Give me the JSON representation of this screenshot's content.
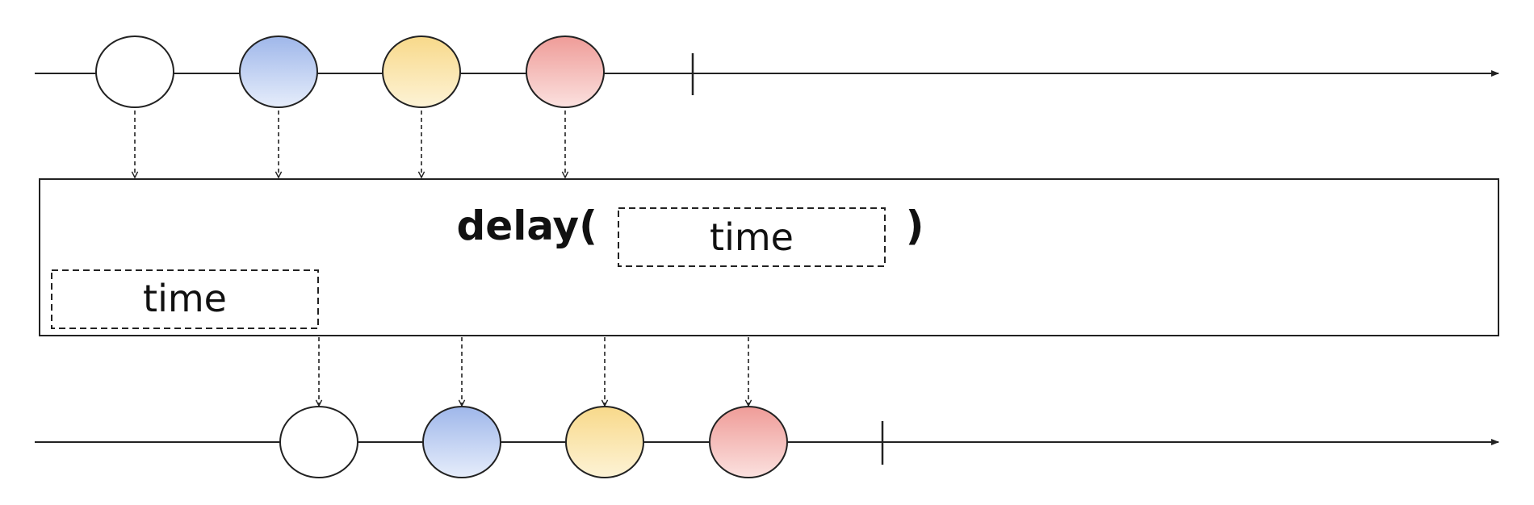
{
  "operator": {
    "name": "delay(",
    "close": ")",
    "param": "time"
  },
  "delay_indicator": "time",
  "source_stream": {
    "marbles": [
      {
        "color": "white"
      },
      {
        "color": "blue"
      },
      {
        "color": "yellow"
      },
      {
        "color": "red"
      }
    ],
    "completes": true
  },
  "output_stream": {
    "marbles": [
      {
        "color": "white"
      },
      {
        "color": "blue"
      },
      {
        "color": "yellow"
      },
      {
        "color": "red"
      }
    ],
    "completes": true
  },
  "colors": {
    "white": {
      "top": "#ffffff",
      "bottom": "#ffffff"
    },
    "blue": {
      "top": "#9fb7ea",
      "bottom": "#e6edfb"
    },
    "yellow": {
      "top": "#f8d98a",
      "bottom": "#fdf3d6"
    },
    "red": {
      "top": "#ef9c98",
      "bottom": "#fbe1df"
    },
    "stroke": "#222222"
  }
}
